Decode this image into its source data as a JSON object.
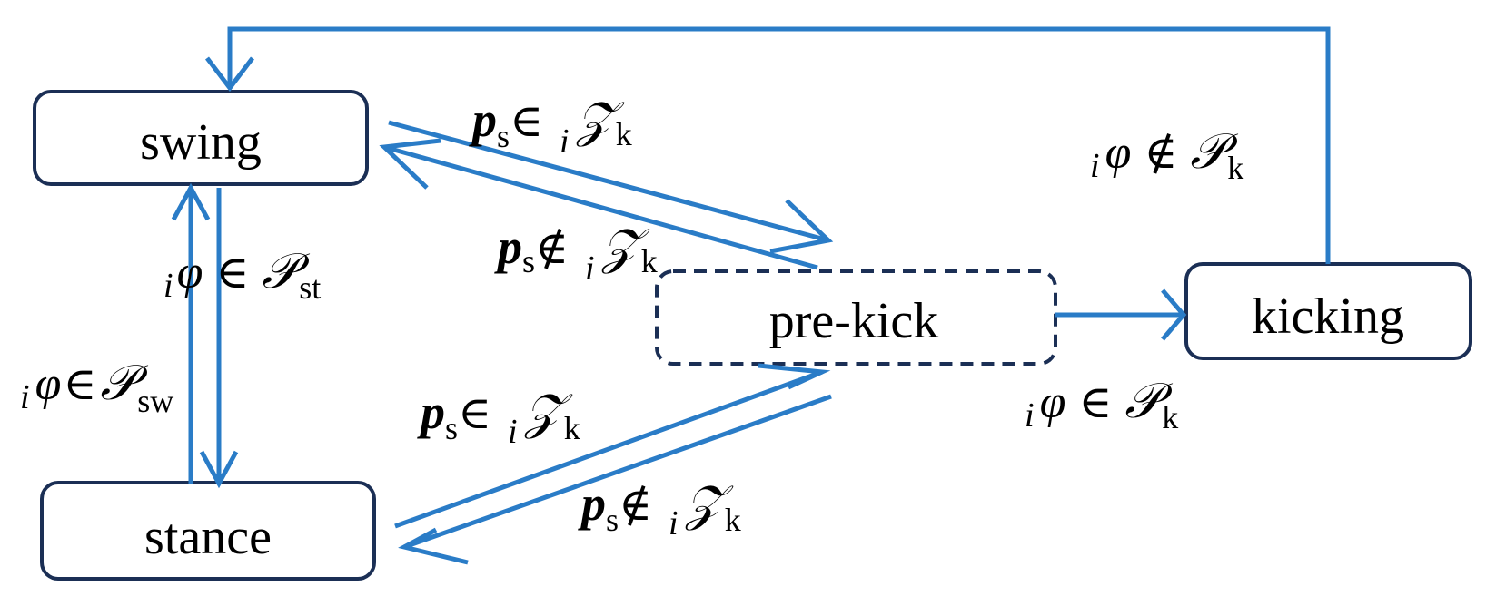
{
  "states": {
    "swing": "swing",
    "stance": "stance",
    "prekick": "pre-kick",
    "kicking": "kicking"
  },
  "conditions": {
    "swing_to_stance": {
      "index": "i",
      "var": "φ",
      "rel": "∈",
      "set": "𝒫",
      "sub": "st"
    },
    "stance_to_swing": {
      "index": "i",
      "var": "φ",
      "rel": "∈",
      "set": "𝒫",
      "sub": "sw"
    },
    "swing_to_prekick": {
      "var": "p",
      "varsub": "s",
      "rel": "∈",
      "index": "i",
      "set": "𝒵",
      "sub": "k"
    },
    "prekick_to_swing": {
      "var": "p",
      "varsub": "s",
      "rel": "∉",
      "index": "i",
      "set": "𝒵",
      "sub": "k"
    },
    "stance_to_prekick": {
      "var": "p",
      "varsub": "s",
      "rel": "∈",
      "index": "i",
      "set": "𝒵",
      "sub": "k"
    },
    "prekick_to_stance": {
      "var": "p",
      "varsub": "s",
      "rel": "∉",
      "index": "i",
      "set": "𝒵",
      "sub": "k"
    },
    "prekick_to_kicking": {
      "index": "i",
      "var": "φ",
      "rel": "∈",
      "set": "𝒫",
      "sub": "k"
    },
    "kicking_to_swing": {
      "index": "i",
      "var": "φ",
      "rel": "∉",
      "set": "𝒫",
      "sub": "k"
    }
  },
  "colors": {
    "arrow": "#2a7cc7",
    "box_border": "#1b2f55",
    "text": "#000000"
  }
}
